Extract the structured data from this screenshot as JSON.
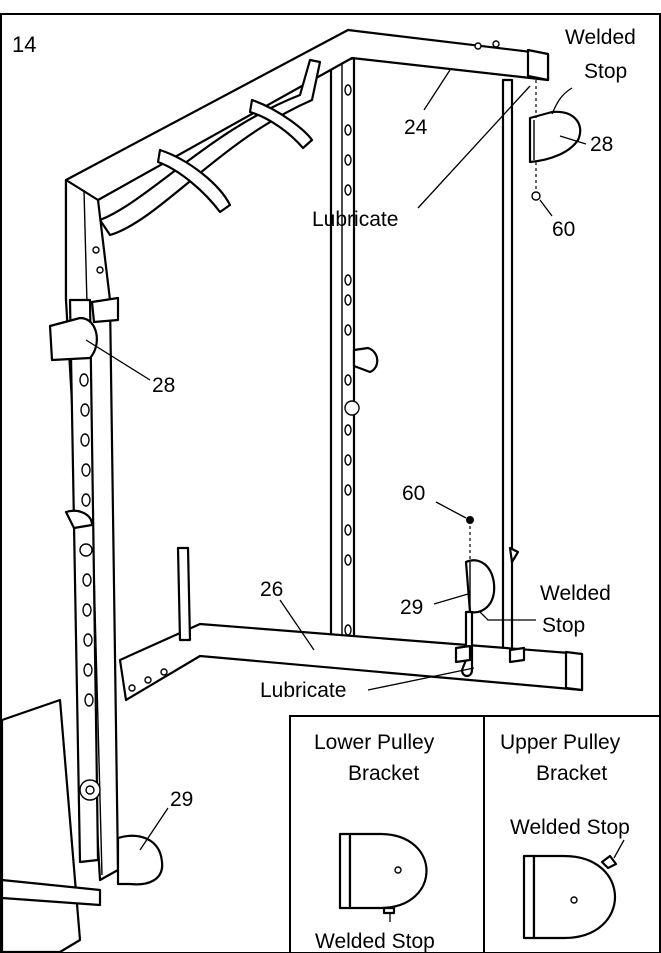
{
  "step_number": "14",
  "labels": {
    "welded_stop_top_line1": "Welded",
    "welded_stop_top_line2": "Stop",
    "part_24": "24",
    "part_28_top": "28",
    "lubricate_top": "Lubricate",
    "part_60_top": "60",
    "part_28_left": "28",
    "part_60_mid": "60",
    "part_26": "26",
    "part_29_mid": "29",
    "welded_stop_mid_line1": "Welded",
    "welded_stop_mid_line2": "Stop",
    "lubricate_bottom": "Lubricate",
    "part_29_bottom": "29"
  },
  "inset": {
    "lower": {
      "title_line1": "Lower Pulley",
      "title_line2": "Bracket",
      "stop_label": "Welded Stop"
    },
    "upper": {
      "title_line1": "Upper Pulley",
      "title_line2": "Bracket",
      "stop_label": "Welded Stop"
    }
  }
}
